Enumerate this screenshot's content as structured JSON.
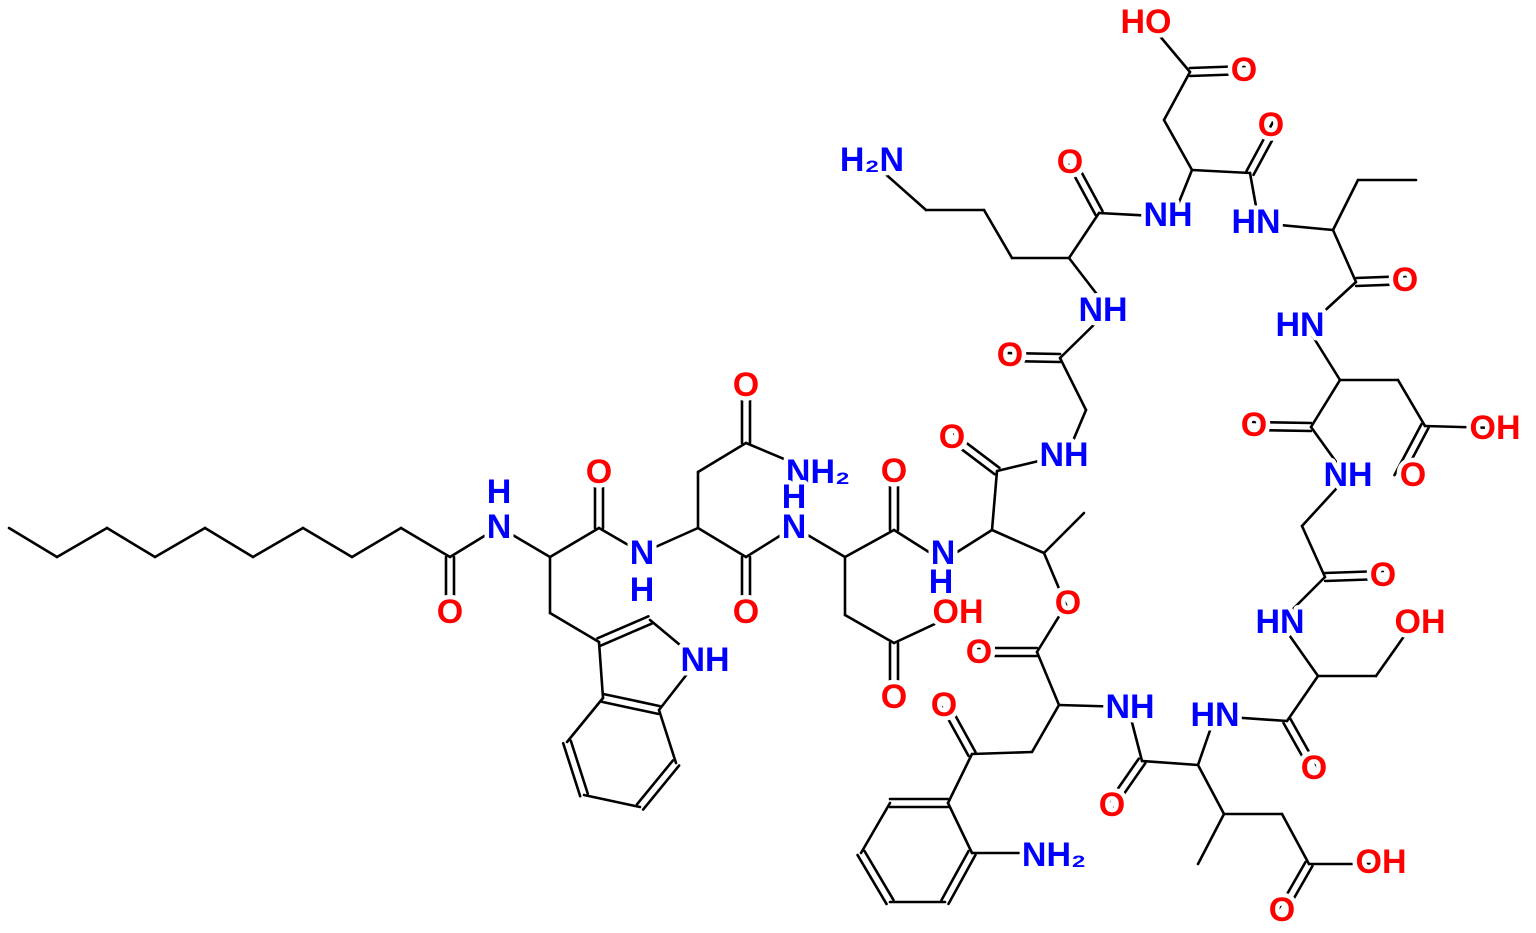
{
  "colors": {
    "N": "#0000ff",
    "O": "#ff0000",
    "bond": "#000000"
  },
  "atoms": [
    {
      "label": "H",
      "element": "N"
    },
    {
      "label": "N",
      "element": "N"
    },
    {
      "label": "O",
      "element": "O"
    },
    {
      "label": "O",
      "element": "O"
    },
    {
      "label": "N",
      "element": "N"
    },
    {
      "label": "H",
      "element": "N"
    },
    {
      "label": "NH",
      "element": "N"
    },
    {
      "label": "O",
      "element": "O"
    },
    {
      "label": "NH₂",
      "element": "N"
    },
    {
      "label": "H",
      "element": "N"
    },
    {
      "label": "N",
      "element": "N"
    },
    {
      "label": "O",
      "element": "O"
    },
    {
      "label": "O",
      "element": "O"
    },
    {
      "label": "N",
      "element": "N"
    },
    {
      "label": "H",
      "element": "N"
    },
    {
      "label": "OH",
      "element": "O"
    },
    {
      "label": "O",
      "element": "O"
    },
    {
      "label": "O",
      "element": "O"
    },
    {
      "label": "NH",
      "element": "N"
    },
    {
      "label": "O",
      "element": "O"
    },
    {
      "label": "O",
      "element": "O"
    },
    {
      "label": "O",
      "element": "O"
    },
    {
      "label": "NH",
      "element": "N"
    },
    {
      "label": "NH₂",
      "element": "N"
    },
    {
      "label": "O",
      "element": "O"
    },
    {
      "label": "HN",
      "element": "N"
    },
    {
      "label": "OH",
      "element": "O"
    },
    {
      "label": "O",
      "element": "O"
    },
    {
      "label": "O",
      "element": "O"
    },
    {
      "label": "HN",
      "element": "N"
    },
    {
      "label": "OH",
      "element": "O"
    },
    {
      "label": "O",
      "element": "O"
    },
    {
      "label": "NH",
      "element": "N"
    },
    {
      "label": "O",
      "element": "O"
    },
    {
      "label": "O",
      "element": "O"
    },
    {
      "label": "OH",
      "element": "O"
    },
    {
      "label": "HN",
      "element": "N"
    },
    {
      "label": "O",
      "element": "O"
    },
    {
      "label": "HN",
      "element": "N"
    },
    {
      "label": "O",
      "element": "O"
    },
    {
      "label": "O",
      "element": "O"
    },
    {
      "label": "HO",
      "element": "O"
    },
    {
      "label": "NH",
      "element": "N"
    },
    {
      "label": "O",
      "element": "O"
    },
    {
      "label": "H₂N",
      "element": "N"
    },
    {
      "label": "NH",
      "element": "N"
    },
    {
      "label": "O",
      "element": "O"
    }
  ]
}
